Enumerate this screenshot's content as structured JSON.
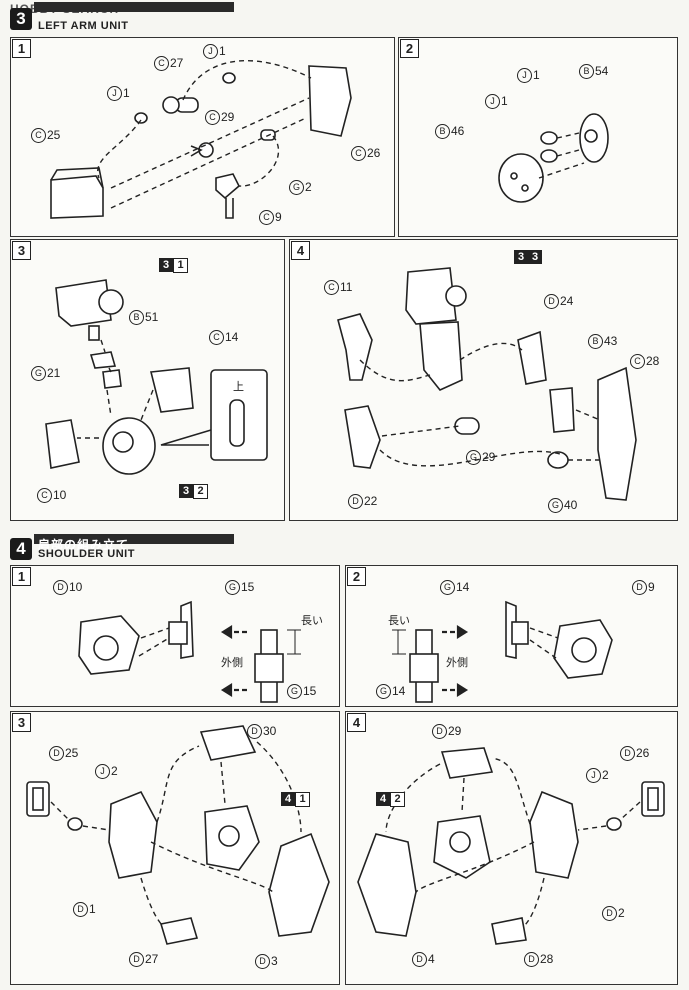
{
  "watermark": "HOBBY SEARCH",
  "sections": {
    "s3": {
      "number": "3",
      "title_en": "LEFT ARM UNIT"
    },
    "s4": {
      "number": "4",
      "title_jp": "肩部の組み立て",
      "title_en": "SHOULDER UNIT"
    }
  },
  "steps": {
    "one": "1",
    "two": "2",
    "three": "3",
    "four": "4"
  },
  "labels": {
    "a1_c27": {
      "letter": "C",
      "num": "27"
    },
    "a1_j1a": {
      "letter": "J",
      "num": "1"
    },
    "a1_j1b": {
      "letter": "J",
      "num": "1"
    },
    "a1_c25": {
      "letter": "C",
      "num": "25"
    },
    "a1_c29": {
      "letter": "C",
      "num": "29"
    },
    "a1_c26": {
      "letter": "C",
      "num": "26"
    },
    "a1_g2": {
      "letter": "G",
      "num": "2"
    },
    "a1_c9": {
      "letter": "C",
      "num": "9"
    },
    "a2_j1a": {
      "letter": "J",
      "num": "1"
    },
    "a2_j1b": {
      "letter": "J",
      "num": "1"
    },
    "a2_b54": {
      "letter": "B",
      "num": "54"
    },
    "a2_b46": {
      "letter": "B",
      "num": "46"
    },
    "a3_b51": {
      "letter": "B",
      "num": "51"
    },
    "a3_c14": {
      "letter": "C",
      "num": "14"
    },
    "a3_g21": {
      "letter": "G",
      "num": "21"
    },
    "a3_c10": {
      "letter": "C",
      "num": "10"
    },
    "a4_c11": {
      "letter": "C",
      "num": "11"
    },
    "a4_d24": {
      "letter": "D",
      "num": "24"
    },
    "a4_b43": {
      "letter": "B",
      "num": "43"
    },
    "a4_c28": {
      "letter": "C",
      "num": "28"
    },
    "a4_g29": {
      "letter": "G",
      "num": "29"
    },
    "a4_d22": {
      "letter": "D",
      "num": "22"
    },
    "a4_g40": {
      "letter": "G",
      "num": "40"
    },
    "b1_d10": {
      "letter": "D",
      "num": "10"
    },
    "b1_g15a": {
      "letter": "G",
      "num": "15"
    },
    "b1_g15b": {
      "letter": "G",
      "num": "15"
    },
    "b2_g14a": {
      "letter": "G",
      "num": "14"
    },
    "b2_d9": {
      "letter": "D",
      "num": "9"
    },
    "b2_g14b": {
      "letter": "G",
      "num": "14"
    },
    "b3_d30": {
      "letter": "D",
      "num": "30"
    },
    "b3_d25": {
      "letter": "D",
      "num": "25"
    },
    "b3_j2": {
      "letter": "J",
      "num": "2"
    },
    "b3_d1": {
      "letter": "D",
      "num": "1"
    },
    "b3_d27": {
      "letter": "D",
      "num": "27"
    },
    "b3_d3": {
      "letter": "D",
      "num": "3"
    },
    "b4_d29": {
      "letter": "D",
      "num": "29"
    },
    "b4_d26": {
      "letter": "D",
      "num": "26"
    },
    "b4_j2": {
      "letter": "J",
      "num": "2"
    },
    "b4_d2": {
      "letter": "D",
      "num": "2"
    },
    "b4_d28": {
      "letter": "D",
      "num": "28"
    },
    "b4_d4": {
      "letter": "D",
      "num": "4"
    }
  },
  "refs": {
    "r31": {
      "a": "3",
      "b": "1"
    },
    "r32": {
      "a": "3",
      "b": "2"
    },
    "r33": {
      "a": "3",
      "b": "3"
    },
    "r41": {
      "a": "4",
      "b": "1"
    },
    "r42": {
      "a": "4",
      "b": "2"
    }
  },
  "notes": {
    "up": "上",
    "long_right": "長い",
    "outer_right": "外側",
    "long_left": "長い",
    "outer_left": "外側"
  }
}
